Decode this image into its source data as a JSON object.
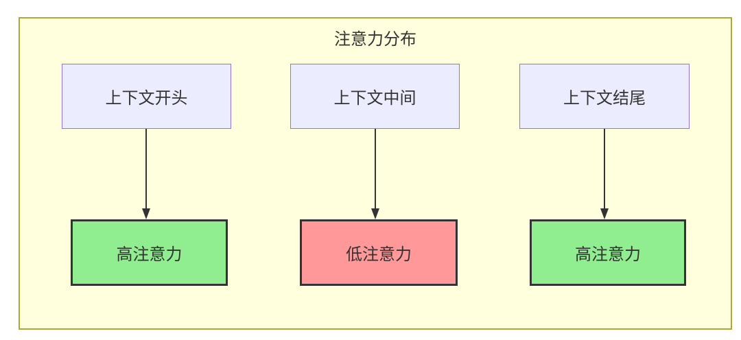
{
  "diagram": {
    "title": "注意力分布",
    "top_nodes": [
      {
        "id": "context-start",
        "label": "上下文开头"
      },
      {
        "id": "context-middle",
        "label": "上下文中间"
      },
      {
        "id": "context-end",
        "label": "上下文结尾"
      }
    ],
    "bottom_nodes": [
      {
        "id": "high-attention-1",
        "label": "高注意力",
        "level": "high"
      },
      {
        "id": "low-attention",
        "label": "低注意力",
        "level": "low"
      },
      {
        "id": "high-attention-2",
        "label": "高注意力",
        "level": "high"
      }
    ],
    "edges": [
      {
        "from": "context-start",
        "to": "high-attention-1"
      },
      {
        "from": "context-middle",
        "to": "low-attention"
      },
      {
        "from": "context-end",
        "to": "high-attention-2"
      }
    ],
    "colors": {
      "container_bg": "#ffffde",
      "container_border": "#aaaa33",
      "context_fill": "#ECECFF",
      "context_border": "#9370DB",
      "high_attention_fill": "#90EE90",
      "low_attention_fill": "#ff9999",
      "result_border": "#333333",
      "arrow": "#333333",
      "text": "#333333"
    }
  }
}
